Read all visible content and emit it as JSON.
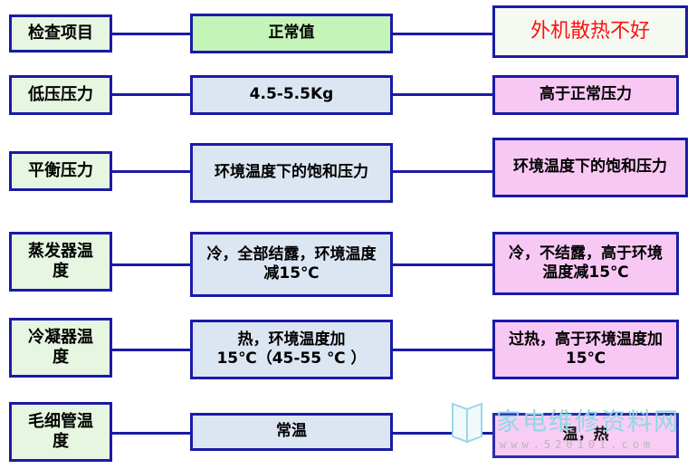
{
  "header": {
    "label": "检查项目",
    "normal": "正常值",
    "fault": "外机散热不好"
  },
  "rows": [
    {
      "label": "低压压力",
      "normal": "4.5-5.5Kg",
      "fault": "高于正常压力"
    },
    {
      "label": "平衡压力",
      "normal": "环境温度下的饱和压力",
      "fault": "环境温度下的饱和压力"
    },
    {
      "label": "蒸发器温度",
      "normal": "冷，全部结露，环境温度减15℃",
      "fault": "冷，不结露，高于环境温度减15℃"
    },
    {
      "label": "冷凝器温度",
      "normal": "热，环境温度加15℃（45-55 ℃ ）",
      "fault": "过热，高于环境温度加15℃"
    },
    {
      "label": "毛细管温度",
      "normal": "常温",
      "fault": "温，热"
    }
  ],
  "watermark": {
    "text": "家电维修资料网",
    "url": "www.520101.com"
  },
  "colors": {
    "border": "#1a1aa8",
    "label_fill": "#e6f6e0",
    "header_normal_fill": "#c4f4b8",
    "normal_fill": "#dce6f2",
    "fault_fill": "#f8c8f4",
    "fault_header_text": "#ff1010"
  }
}
